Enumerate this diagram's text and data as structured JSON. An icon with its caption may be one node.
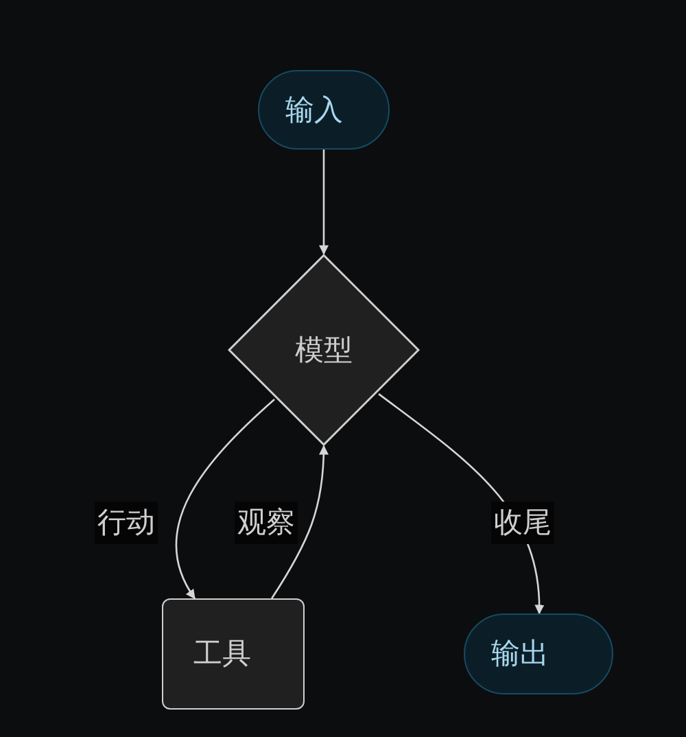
{
  "diagram": {
    "nodes": [
      {
        "text": [
          "输入"
        ]
      },
      {
        "text": [
          "模型"
        ]
      },
      {
        "text": [
          "工具"
        ]
      },
      {
        "text": [
          "输出"
        ]
      }
    ],
    "edges": [
      {
        "from": 0,
        "to": 1,
        "arrow": "to"
      },
      {
        "from": 1,
        "to": 2,
        "arrow": "to",
        "label": "行动"
      },
      {
        "from": 2,
        "to": 1,
        "arrow": "to",
        "label": "观察"
      },
      {
        "from": 1,
        "to": 3,
        "arrow": "to",
        "label": "收尾"
      }
    ]
  }
}
